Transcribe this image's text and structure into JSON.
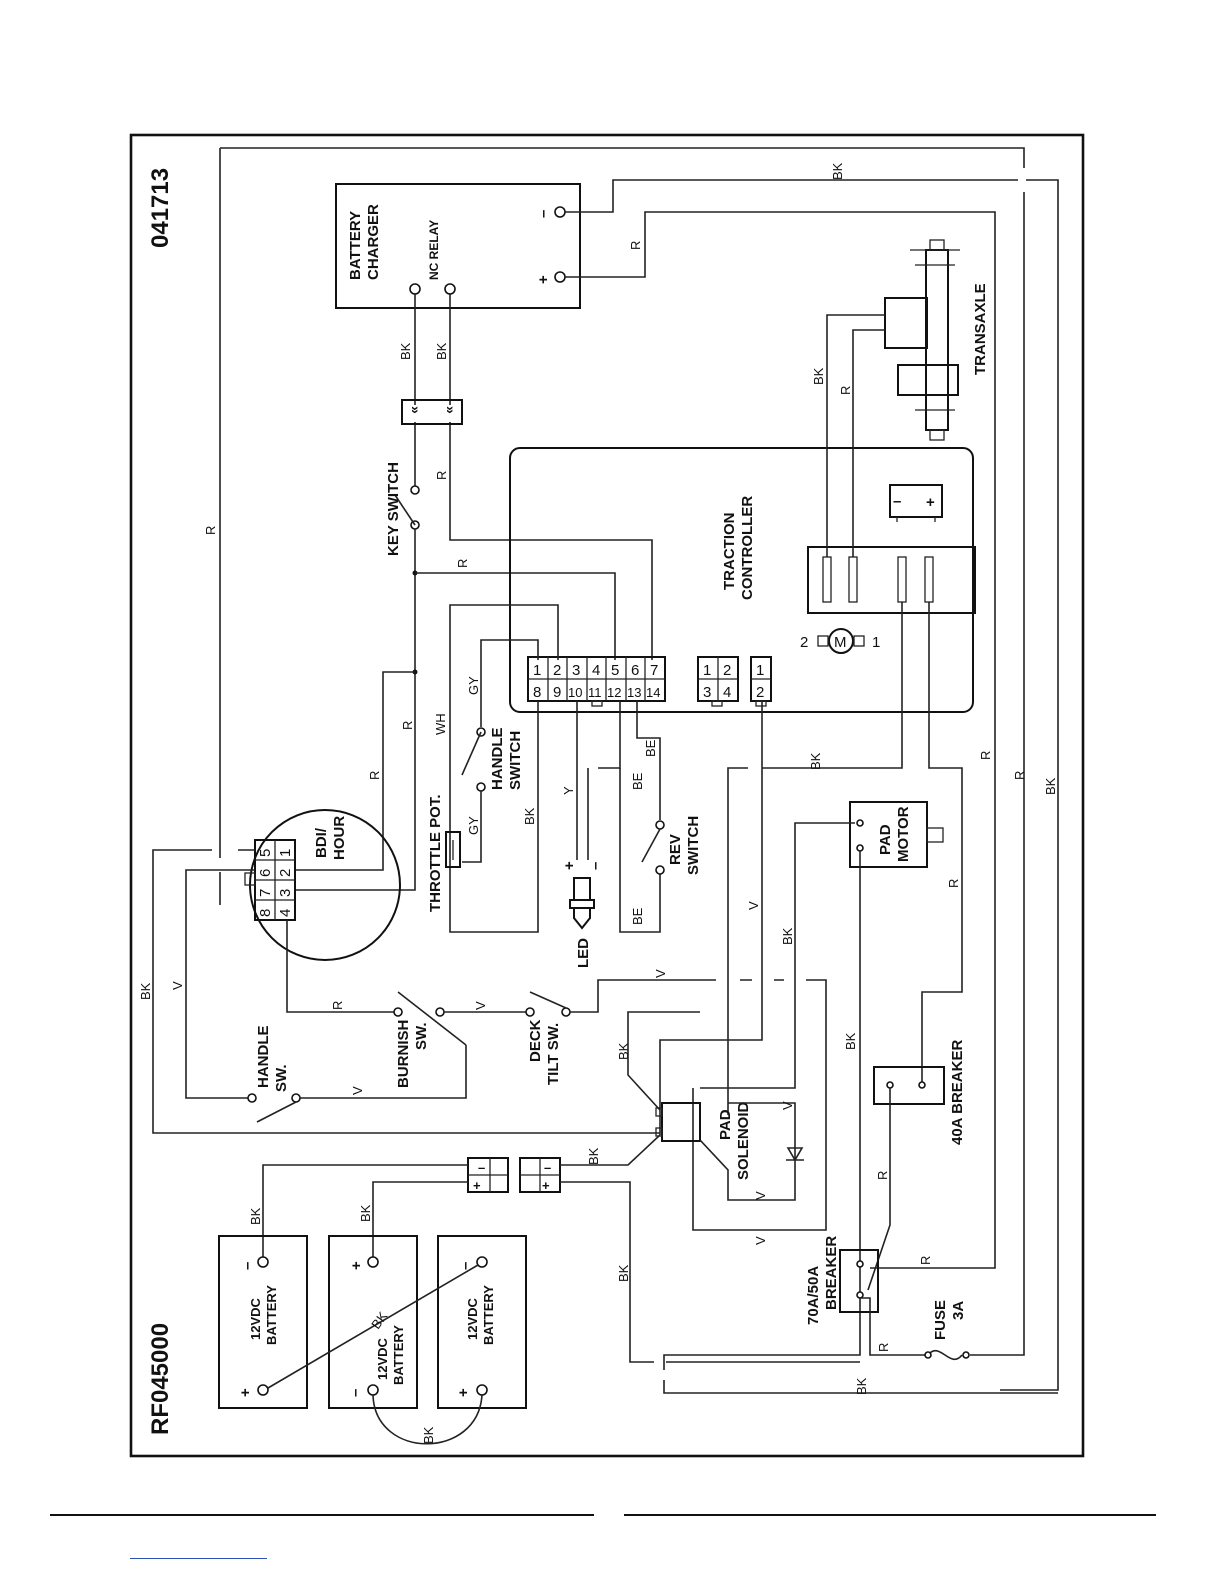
{
  "drawing": {
    "drawing_number": "041713",
    "part_number": "RF045000"
  },
  "components": {
    "battery_charger": [
      "BATTERY",
      "CHARGER"
    ],
    "nc_relay": "NC RELAY",
    "key_switch": "KEY SWITCH",
    "traction_controller": [
      "TRACTION",
      "CONTROLLER"
    ],
    "transaxle": "TRANSAXLE",
    "bdi_hour": [
      "BDI/",
      "HOUR"
    ],
    "throttle_pot": "THROTTLE POT.",
    "handle_switch_upper": [
      "HANDLE",
      "SWITCH"
    ],
    "rev_switch": [
      "REV",
      "SWITCH"
    ],
    "led": "LED",
    "pad_motor": [
      "PAD",
      "MOTOR"
    ],
    "burnish_sw": [
      "BURNISH",
      "SW."
    ],
    "deck_tilt_sw": [
      "DECK",
      "TILT SW."
    ],
    "handle_sw_lower": [
      "HANDLE",
      "SW."
    ],
    "pad_solenoid": [
      "PAD",
      "SOLENOID"
    ],
    "breaker_40a": "40A BREAKER",
    "breaker_70a": [
      "70A/50A",
      "BREAKER"
    ],
    "fuse": [
      "FUSE",
      "3A"
    ],
    "battery": [
      "12VDC",
      "BATTERY"
    ]
  },
  "symbols": {
    "plus": "+",
    "minus": "–",
    "motor": "M"
  },
  "connector_pins": {
    "main_top": [
      "1",
      "2",
      "3",
      "4",
      "5",
      "6",
      "7"
    ],
    "main_bottom": [
      "8",
      "9",
      "10",
      "11",
      "12",
      "13",
      "14"
    ],
    "four_pin_top": [
      "1",
      "2"
    ],
    "four_pin_bottom": [
      "3",
      "4"
    ],
    "two_pin": [
      "1",
      "2"
    ],
    "motor_terminals": [
      "2",
      "1"
    ],
    "bdi_pins": [
      "5",
      "1",
      "6",
      "2",
      "7",
      "3",
      "8",
      "4"
    ]
  },
  "wire_colors": {
    "black": "BK",
    "red": "R",
    "violet": "V",
    "gray": "GY",
    "white": "WH",
    "yellow": "Y",
    "blue": "BE"
  }
}
